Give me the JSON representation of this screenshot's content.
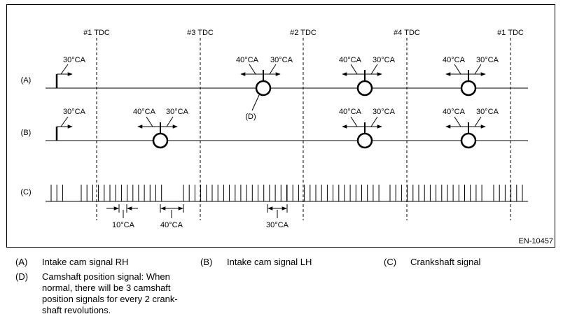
{
  "figure_id": "EN-10457",
  "tdc_labels": [
    "#1 TDC",
    "#3 TDC",
    "#2 TDC",
    "#4 TDC",
    "#1 TDC"
  ],
  "rows": {
    "a": {
      "key": "(A)"
    },
    "b": {
      "key": "(B)"
    },
    "c": {
      "key": "(C)"
    }
  },
  "callout_d": "(D)",
  "angles": {
    "ref_30": "30°CA",
    "before_40": "40°CA",
    "after_30": "30°CA",
    "gap_10": "10°CA",
    "gap_40": "40°CA",
    "gap_30": "30°CA"
  },
  "legend": [
    {
      "key": "(A)",
      "text": "Intake cam signal RH"
    },
    {
      "key": "(B)",
      "text": "Intake cam signal LH"
    },
    {
      "key": "(C)",
      "text": "Crankshaft signal"
    },
    {
      "key": "(D)",
      "text": "Camshaft position signal: When normal, there will be 3 camshaft position signals for every 2 crank-shaft revolutions."
    }
  ],
  "legend_d_lines": [
    "Camshaft position signal: When",
    "normal, there will be 3 camshaft",
    "position signals for every 2 crank-",
    "shaft revolutions."
  ]
}
